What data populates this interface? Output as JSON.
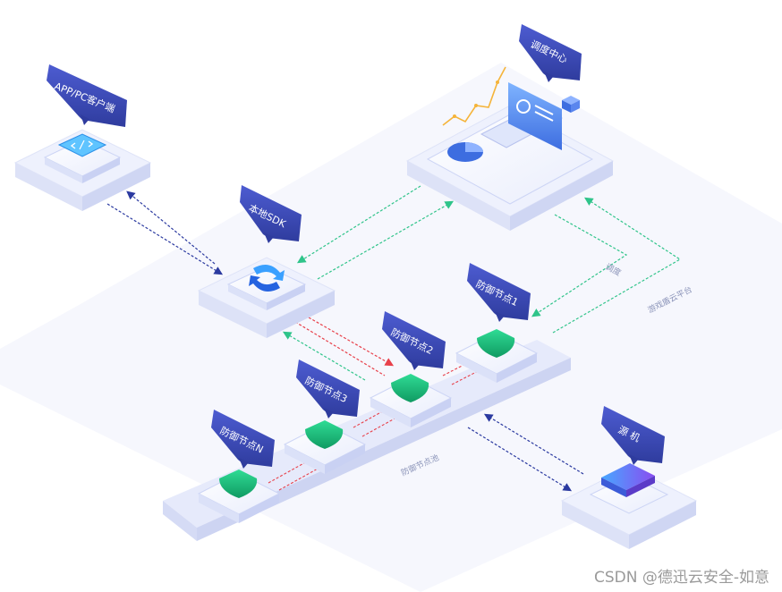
{
  "nodes": {
    "app_client": "APP/PC客户端",
    "sdk": "本地SDK",
    "scheduler": "调度中心",
    "defense_1": "防御节点1",
    "defense_2": "防御节点2",
    "defense_3": "防御节点3",
    "defense_n": "防御节点N",
    "origin": "源  机"
  },
  "annotations": {
    "dispatch": "调度",
    "cloud_platform": "游戏盾云平台",
    "defense_pool": "防御节点池"
  },
  "watermark": "CSDN @德迅云安全-如意",
  "colors": {
    "label_bg": "#3d4bb8",
    "platform": "#f4f6ff",
    "shield": "#1fc37f",
    "link_blue": "#2b3aa0",
    "link_green": "#2fc48a",
    "link_red": "#e8404a"
  }
}
